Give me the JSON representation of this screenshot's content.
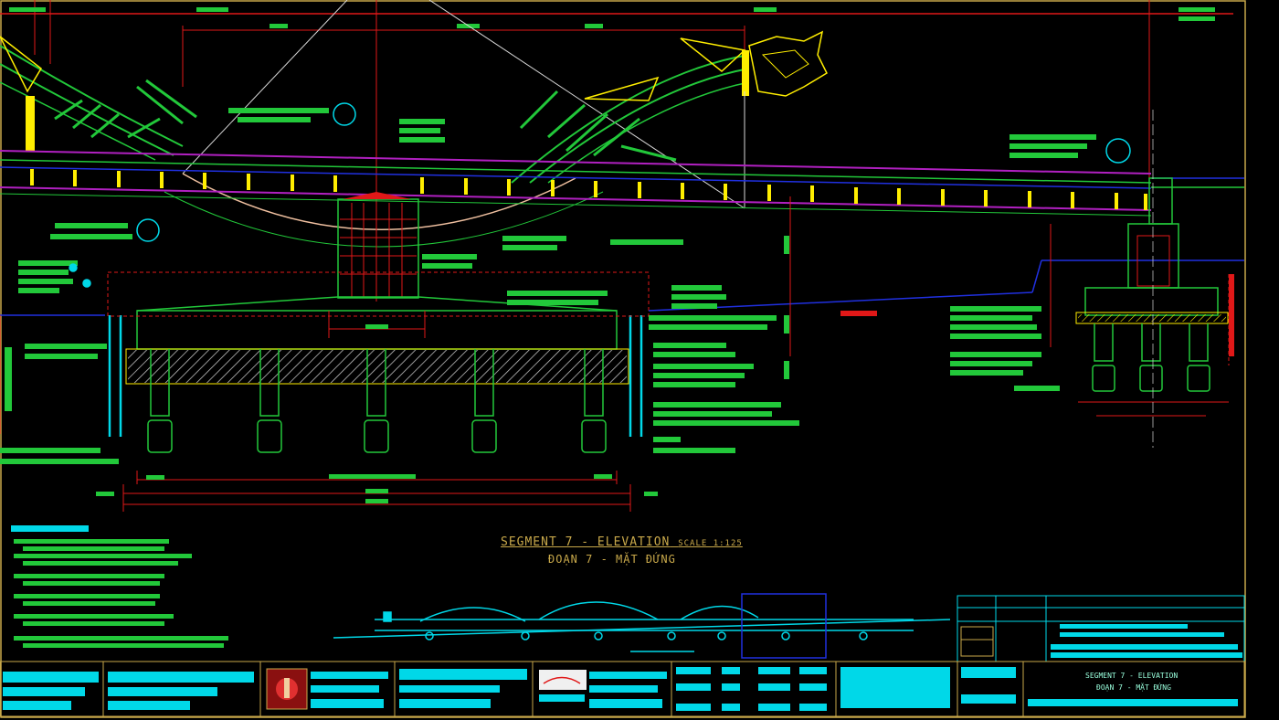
{
  "drawing": {
    "title": "SEGMENT 7 - ELEVATION",
    "scale": "SCALE 1:125",
    "subtitle": "ĐOẠN 7 - MẶT ĐỨNG"
  },
  "title_block": {
    "sheet_title_1": "SEGMENT 7 - ELEVATION",
    "sheet_title_2": "ĐOẠN 7 - MẶT ĐỨNG"
  },
  "colors": {
    "background": "#000000",
    "green": "#22c83a",
    "yellow": "#ffee00",
    "red": "#e01818",
    "cyan": "#00d8e8",
    "magenta": "#b020c0",
    "blue": "#2030e0",
    "white": "#d8d8d8",
    "gold": "#c8a84a"
  }
}
